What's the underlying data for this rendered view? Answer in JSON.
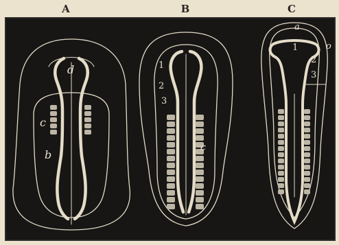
{
  "figures": [
    {
      "id": "A",
      "annotations": [
        "d",
        "c",
        "b"
      ]
    },
    {
      "id": "B",
      "annotations": [
        "1",
        "2",
        "3",
        "c"
      ]
    },
    {
      "id": "C",
      "annotations": [
        "a",
        "1",
        "2",
        "3",
        "o"
      ]
    }
  ],
  "colors": {
    "page": "#ece3cf",
    "plate": "#171615",
    "outline": "#e4dcc7",
    "somite": "#bdb6a5"
  }
}
